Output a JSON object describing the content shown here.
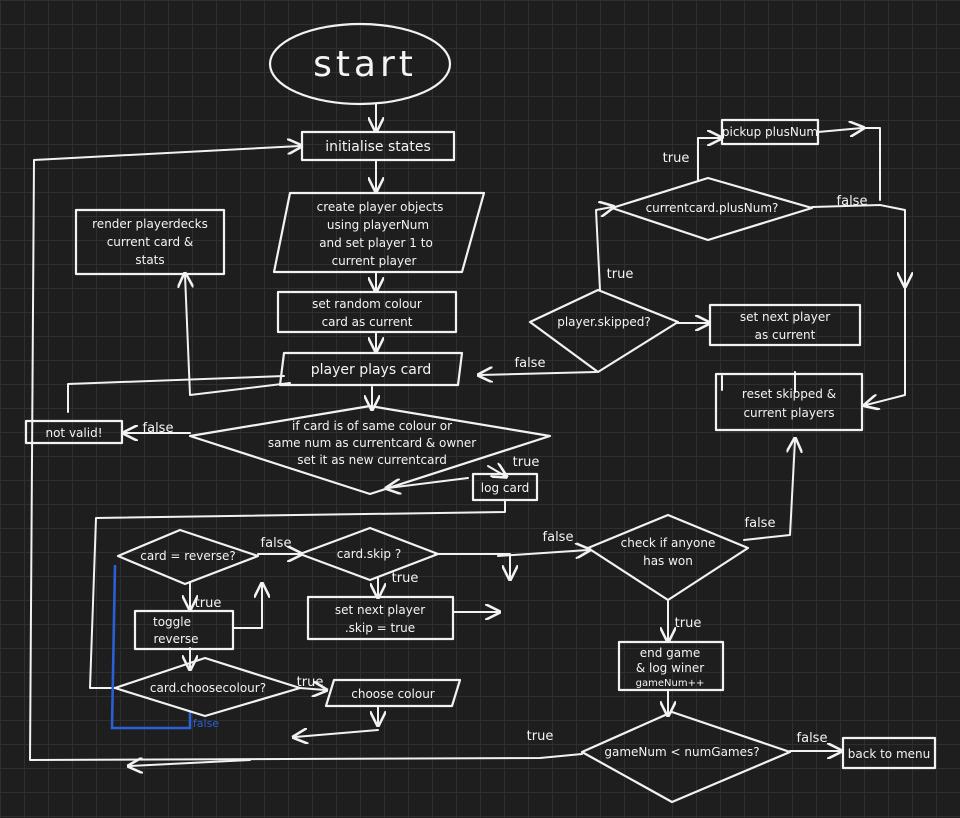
{
  "colors": {
    "background": "#1e1e1e",
    "grid": "#2f2f2f",
    "stroke": "#f2f2f2",
    "highlight": "#2a5fd6"
  },
  "nodes": {
    "start": "start",
    "init": "initialise states",
    "create": [
      "create player objects",
      "using playerNum",
      "and set player 1 to",
      "current player"
    ],
    "render": [
      "render playerdecks",
      "current card &",
      "stats"
    ],
    "random": [
      "set random colour",
      "card as current"
    ],
    "plays": "player plays card",
    "notvalid": "not valid!",
    "decision_valid": [
      "if card is of same colour or",
      "same num as currentcard & owner",
      "set it as new currentcard"
    ],
    "log": "log card",
    "decision_reverse": "card = reverse?",
    "toggle": [
      "toggle",
      "reverse"
    ],
    "decision_skip": "card.skip ?",
    "set_skip": [
      "set next player",
      ".skip = true"
    ],
    "decision_choose": "card.choosecolour?",
    "choose": "choose colour",
    "decision_won": [
      "check if anyone",
      "has won"
    ],
    "end": [
      "end game",
      "& log winer",
      "gameNum++"
    ],
    "decision_games": "gameNum < numGames?",
    "back": "back to menu",
    "decision_skipped": "player.skipped?",
    "decision_plus": "currentcard.plusNum?",
    "pickup": "pickup plusNum",
    "next": [
      "set next player",
      "as current"
    ],
    "reset": [
      "reset skipped &",
      "current players"
    ]
  },
  "edge_labels": {
    "e_false_valid": "false",
    "e_true_valid": "true",
    "e_false_reverse": "false",
    "e_true_reverse": "true",
    "e_true_skip": "true",
    "e_false_skip": "false",
    "e_true_choose": "true",
    "e_false_choose": "false",
    "e_false_won": "false",
    "e_true_won": "true",
    "e_true_games": "true",
    "e_false_games": "false",
    "e_true_plus": "true",
    "e_false_plus": "false",
    "e_true_skipped": "true",
    "e_false_skipped": "false"
  }
}
